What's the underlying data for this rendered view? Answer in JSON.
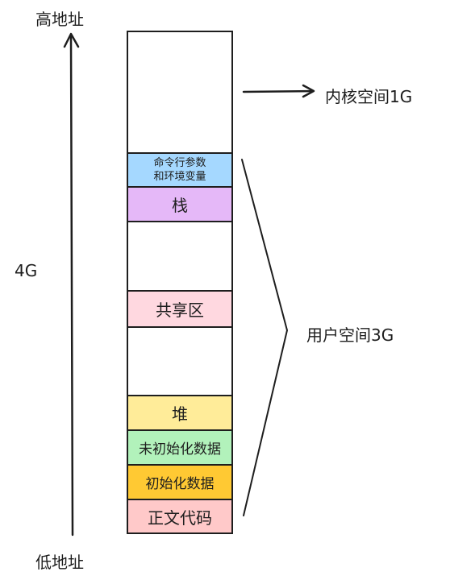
{
  "labels": {
    "high_address": "高地址",
    "low_address": "低地址",
    "total_size": "4G",
    "kernel_space": "内核空间1G",
    "user_space": "用户空间3G"
  },
  "segments": {
    "kernel": {
      "label": "",
      "color": "#ffffff"
    },
    "args_env": {
      "label_line1": "命令行参数",
      "label_line2": "和环境变量",
      "color": "#a5d8ff"
    },
    "stack": {
      "label": "栈",
      "color": "#e5b8f8"
    },
    "gap_upper": {
      "label": "",
      "color": "#ffffff"
    },
    "shared": {
      "label": "共享区",
      "color": "#ffd8e0"
    },
    "gap_lower": {
      "label": "",
      "color": "#ffffff"
    },
    "heap": {
      "label": "堆",
      "color": "#ffec99"
    },
    "bss": {
      "label": "未初始化数据",
      "color": "#b2f2bb"
    },
    "data": {
      "label": "初始化数据",
      "color": "#ffc933"
    },
    "text": {
      "label": "正文代码",
      "color": "#ffc9c9"
    }
  },
  "colors": {
    "stroke": "#1e1e1e",
    "growth_arrow": "#1971c2"
  },
  "icons": {
    "address_axis": "arrow-up",
    "kernel_pointer": "arrow-right",
    "user_brace": "right-brace",
    "stack_growth": "arrow-down",
    "heap_growth": "arrow-up"
  }
}
